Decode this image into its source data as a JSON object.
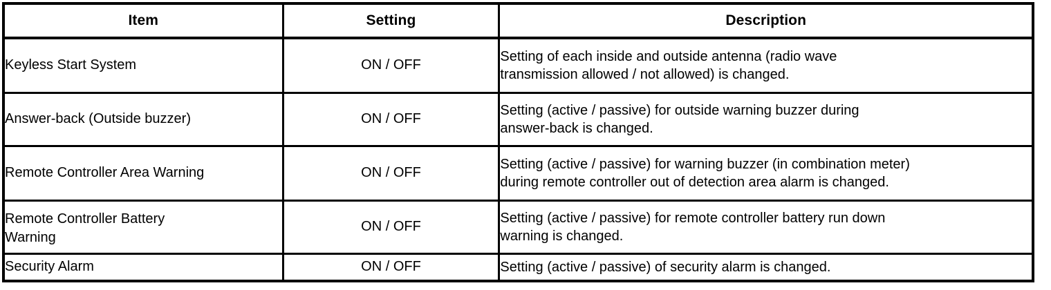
{
  "table": {
    "headers": {
      "item": "Item",
      "setting": "Setting",
      "description": "Description"
    },
    "rows": [
      {
        "item_lines": [
          "Keyless Start System"
        ],
        "setting": "ON / OFF",
        "description_lines": [
          "Setting of each inside and outside antenna (radio wave",
          "transmission allowed / not allowed) is changed."
        ]
      },
      {
        "item_lines": [
          "Answer-back (Outside buzzer)"
        ],
        "setting": "ON / OFF",
        "description_lines": [
          "Setting (active / passive) for outside warning buzzer during",
          "answer-back is changed."
        ]
      },
      {
        "item_lines": [
          "Remote Controller Area Warning"
        ],
        "setting": "ON / OFF",
        "description_lines": [
          "Setting (active / passive) for warning buzzer (in combination meter)",
          "during remote controller out of detection area alarm is changed."
        ]
      },
      {
        "item_lines": [
          "Remote Controller Battery",
          "Warning"
        ],
        "setting": "ON / OFF",
        "description_lines": [
          "Setting (active / passive) for remote controller battery run down",
          "warning is changed."
        ]
      },
      {
        "item_lines": [
          "Security Alarm"
        ],
        "setting": "ON / OFF",
        "description_lines": [
          "Setting (active / passive) of security alarm is changed."
        ]
      }
    ]
  },
  "colors": {
    "border": "#000000",
    "text": "#000000",
    "background": "#ffffff"
  }
}
